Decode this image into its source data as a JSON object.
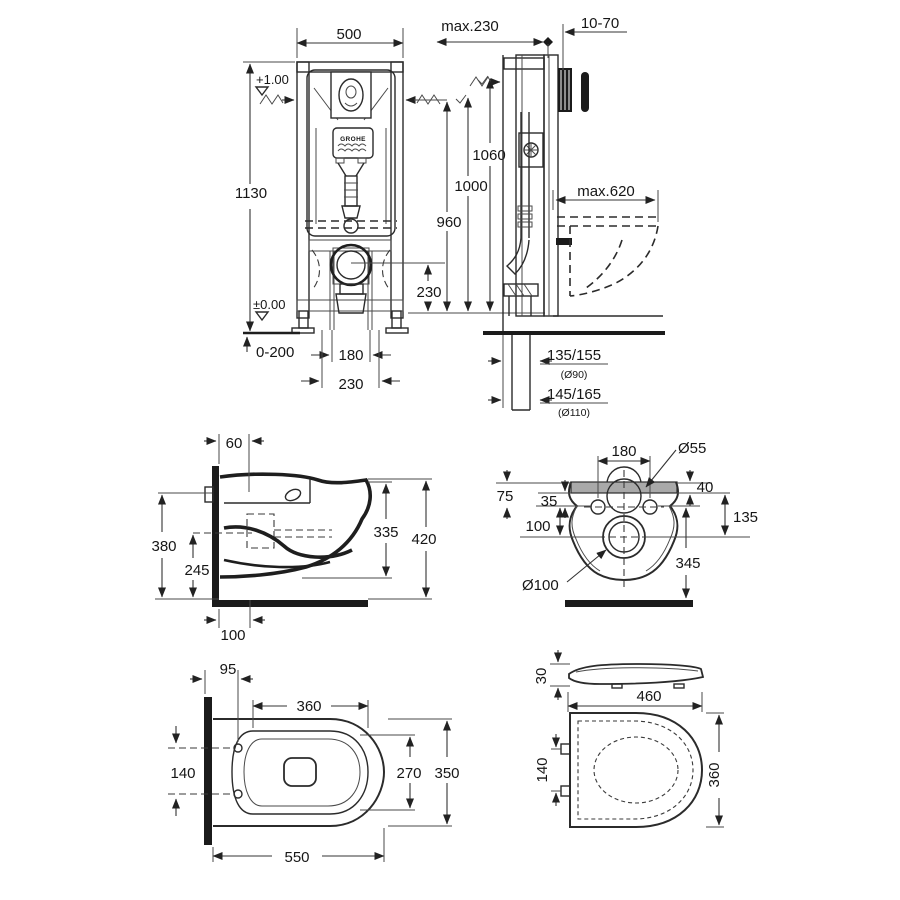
{
  "drawing": {
    "brand_logo": "GROHE",
    "frame_front": {
      "width": "500",
      "height": "1130",
      "level_top": "+1.00",
      "level_floor": "±0.00",
      "foot_adjust": "0-200",
      "rod_spacing": "180",
      "supply_spacing": "230",
      "outlet_height": "230",
      "h_960": "960",
      "h_1000": "1000",
      "h_1060": "1060"
    },
    "frame_side": {
      "depth": "max.230",
      "plate_range": "10-70",
      "bowl_reach": "max.620",
      "drain_90": "135/155",
      "drain_90_dia": "(Ø90)",
      "drain_110": "145/165",
      "drain_110_dia": "(Ø110)"
    },
    "bowl_side": {
      "inlet_offset": "60",
      "back_height": "380",
      "drain_height": "245",
      "front_height": "335",
      "total_height": "420",
      "inlet_depth": "100"
    },
    "bowl_rear": {
      "bolt_spacing": "180",
      "inlet_dia": "Ø55",
      "top_to_holes": "75",
      "rim_to_holes": "35",
      "top_edge": "40",
      "rim_to_drain": "135",
      "holes_to_drain": "100",
      "drain_to_floor": "345",
      "drain_dia": "Ø100"
    },
    "bowl_top": {
      "wall_to_holes": "95",
      "rim_width": "360",
      "hole_spacing": "140",
      "bowl_width": "270",
      "total_width": "350",
      "total_length": "550"
    },
    "seat": {
      "thickness": "30",
      "length": "460",
      "hinge_spacing": "140",
      "width": "360"
    }
  }
}
